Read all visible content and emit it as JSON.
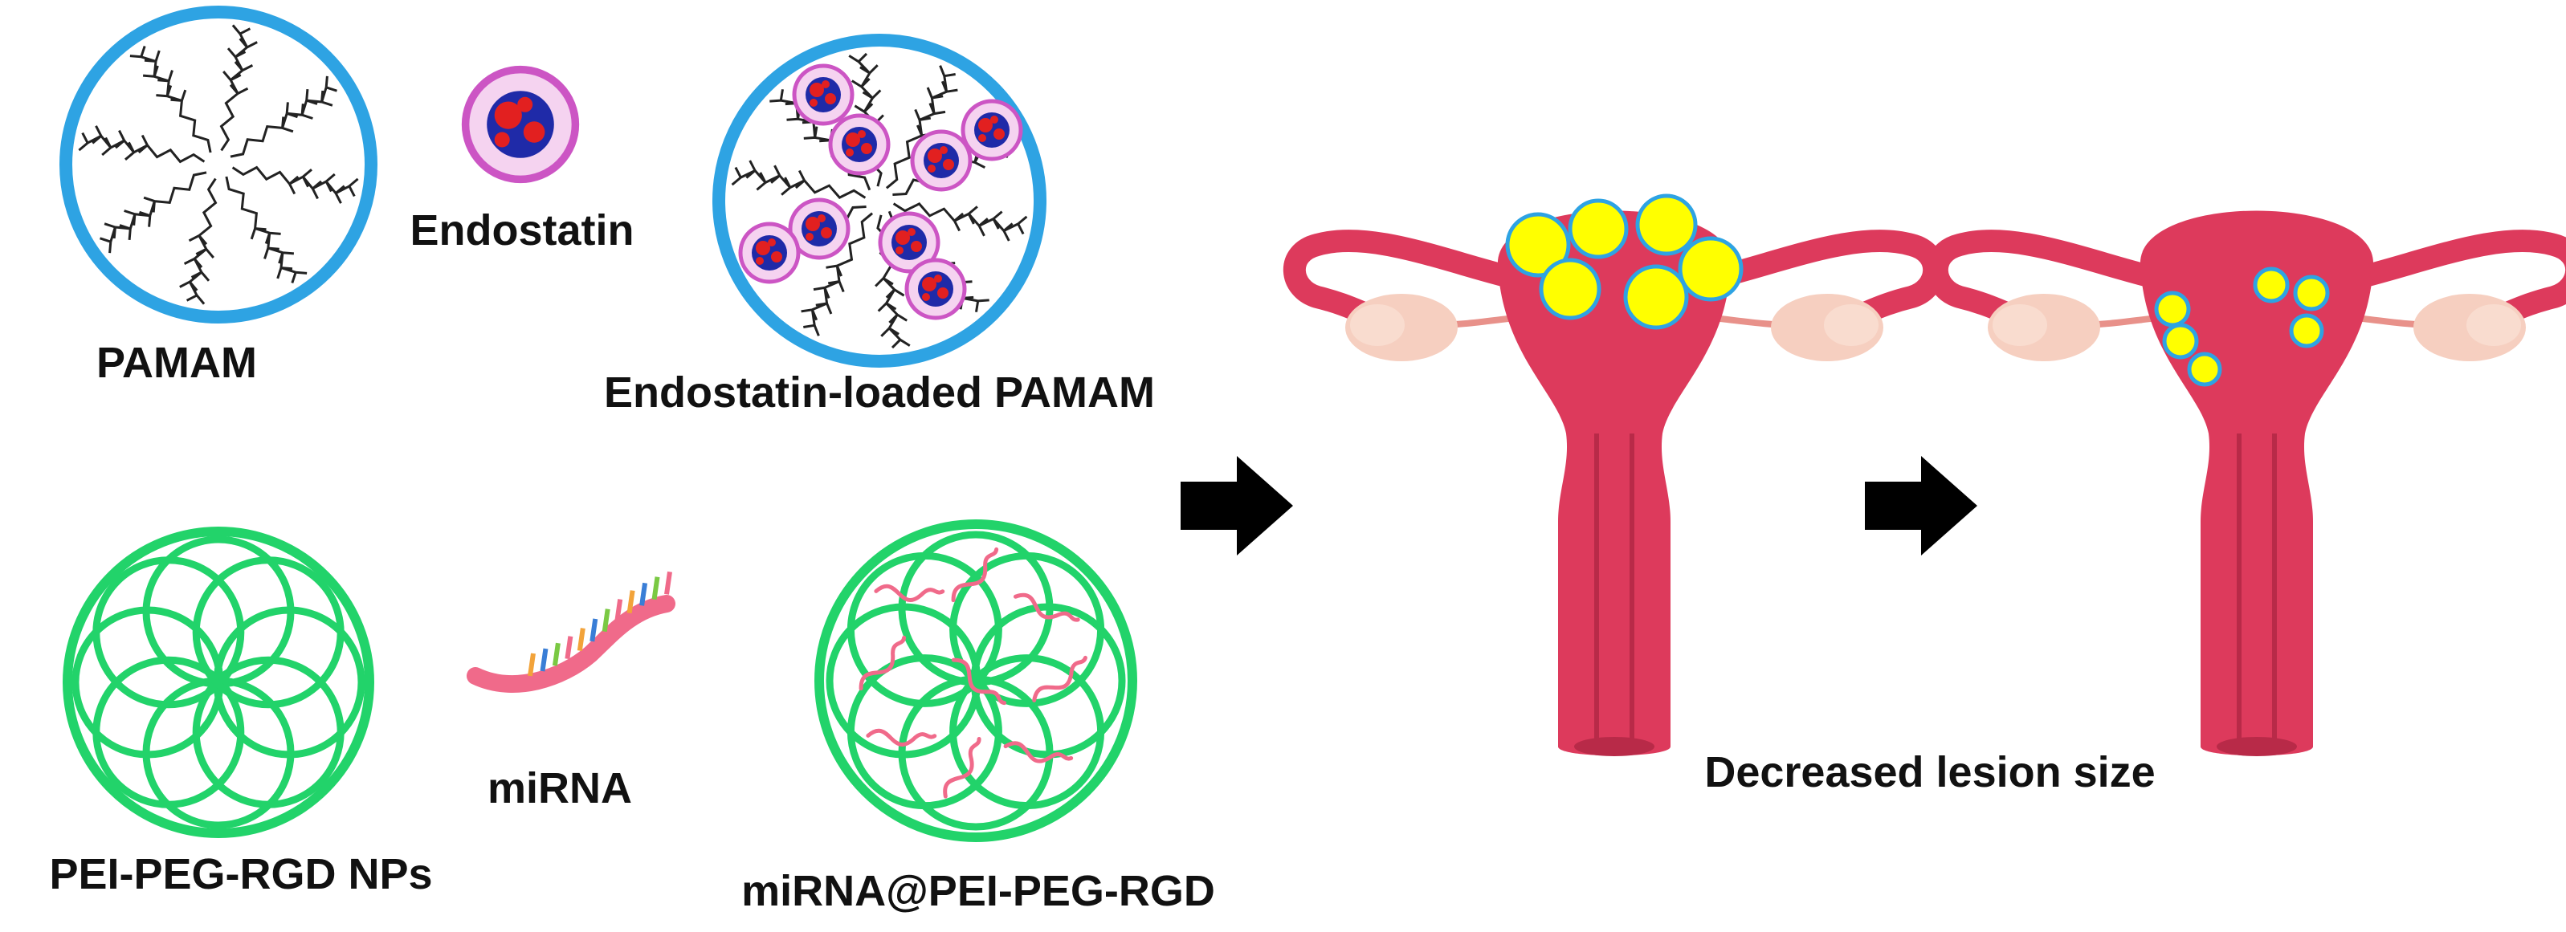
{
  "labels": {
    "pamam": "PAMAM",
    "endostatin": "Endostatin",
    "endostatin_loaded": "Endostatin-loaded PAMAM",
    "pei_np": "PEI-PEG-RGD NPs",
    "mirna": "miRNA",
    "mirna_loaded": "miRNA@PEI-PEG-RGD",
    "outcome": "Decreased lesion size"
  },
  "colors": {
    "pamam_ring": "#2ea3e3",
    "pei_ring": "#22d36a",
    "uterus": "#dd3a5c",
    "uterus_dark": "#b82a48",
    "ovary": "#f6cfc0",
    "lesion": "#ffff00",
    "lesion_border": "#2ea3e3",
    "arrow": "#000000",
    "protein": "#1f2aa8",
    "protein_accent": "#e22020",
    "vesicle": "#f5d3f0",
    "vesicle_ring": "#cc55c4",
    "rna": "#f06a8a"
  },
  "icons": {
    "pamam": "pamam-dendrimer-icon",
    "endostatin": "endostatin-protein-icon",
    "endostatin_loaded": "endostatin-loaded-pamam-icon",
    "pei_np": "pei-nanoparticle-icon",
    "mirna": "mirna-strand-icon",
    "mirna_loaded": "mirna-loaded-nanoparticle-icon",
    "uterus_before": "uterus-with-lesions-icon",
    "uterus_after": "uterus-reduced-lesions-icon",
    "arrow": "right-arrow-icon"
  }
}
